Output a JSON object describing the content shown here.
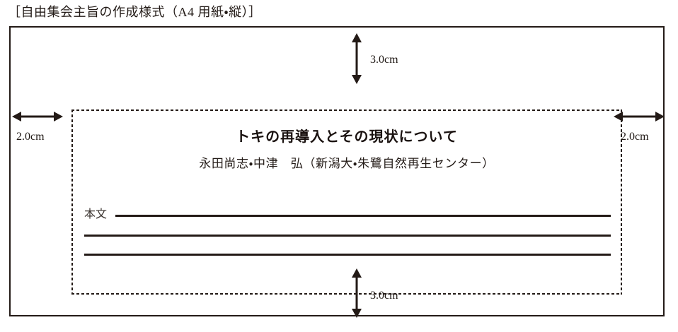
{
  "figure": {
    "caption": "［自由集会主旨の作成様式（A4 用紙・縦）］"
  },
  "document_preview": {
    "title": "トキの再導入とその現状について",
    "authors": "永田尚志・中津　弘（新潟大・朱鷺自然再生センター）",
    "body_label": "本文",
    "body_rules": [
      "",
      "",
      ""
    ]
  },
  "margins": {
    "top": {
      "label": "3.0cm",
      "arrow": "double-headed-vertical-arrow"
    },
    "bottom": {
      "label": "3.0cm",
      "arrow": "double-headed-vertical-arrow"
    },
    "left": {
      "label": "2.0cm",
      "arrow": "double-headed-horizontal-arrow"
    },
    "right": {
      "label": "2.0cm",
      "arrow": "double-headed-horizontal-arrow"
    }
  },
  "colors": {
    "ink": "#231a16",
    "paper": "#ffffff"
  }
}
